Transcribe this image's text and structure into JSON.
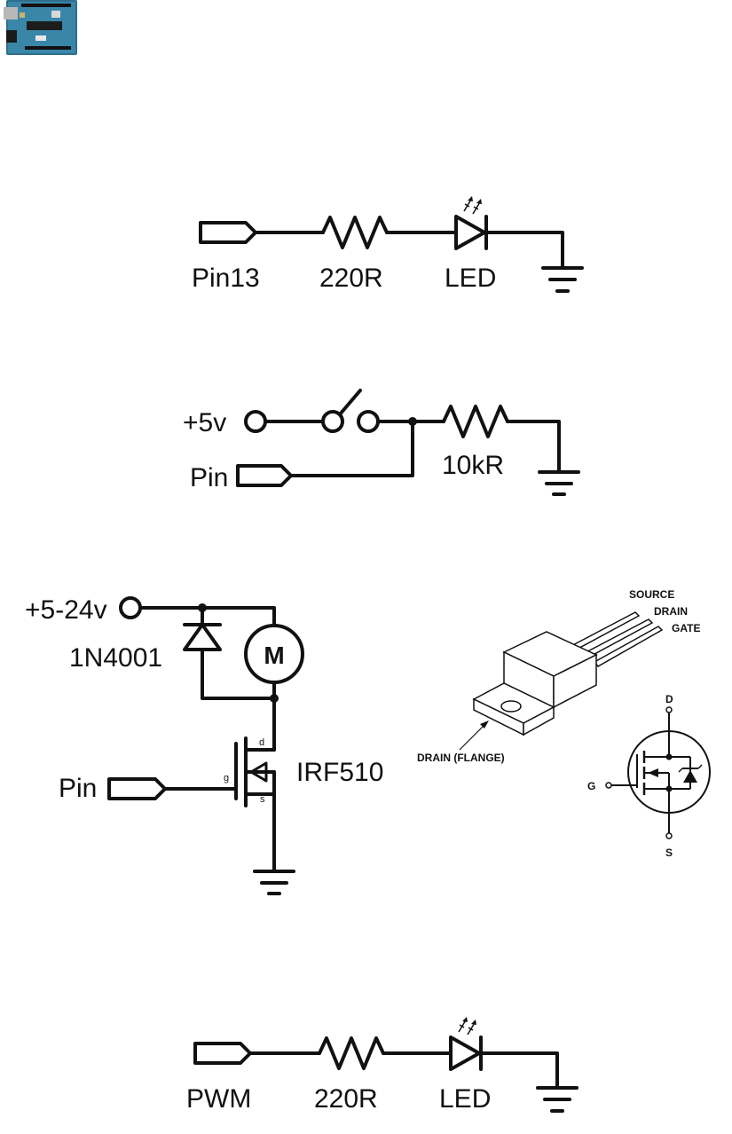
{
  "circuits": {
    "led": {
      "pin_label": "Pin13",
      "resistor_label": "220R",
      "led_label": "LED"
    },
    "switch": {
      "supply_label": "+5v",
      "pin_label": "Pin",
      "resistor_label": "10kR"
    },
    "motor": {
      "supply_label": "+5-24v",
      "diode_label": "1N4001",
      "motor_label": "M",
      "pin_label": "Pin",
      "transistor_label": "IRF510",
      "drain_pin": "d",
      "gate_pin": "g",
      "source_pin": "s"
    },
    "package": {
      "source_label": "SOURCE",
      "drain_label": "DRAIN",
      "gate_label": "GATE",
      "flange_label": "DRAIN (FLANGE)",
      "symbol_d": "D",
      "symbol_g": "G",
      "symbol_s": "S"
    },
    "pwm": {
      "pin_label": "PWM",
      "resistor_label": "220R",
      "led_label": "LED"
    }
  }
}
